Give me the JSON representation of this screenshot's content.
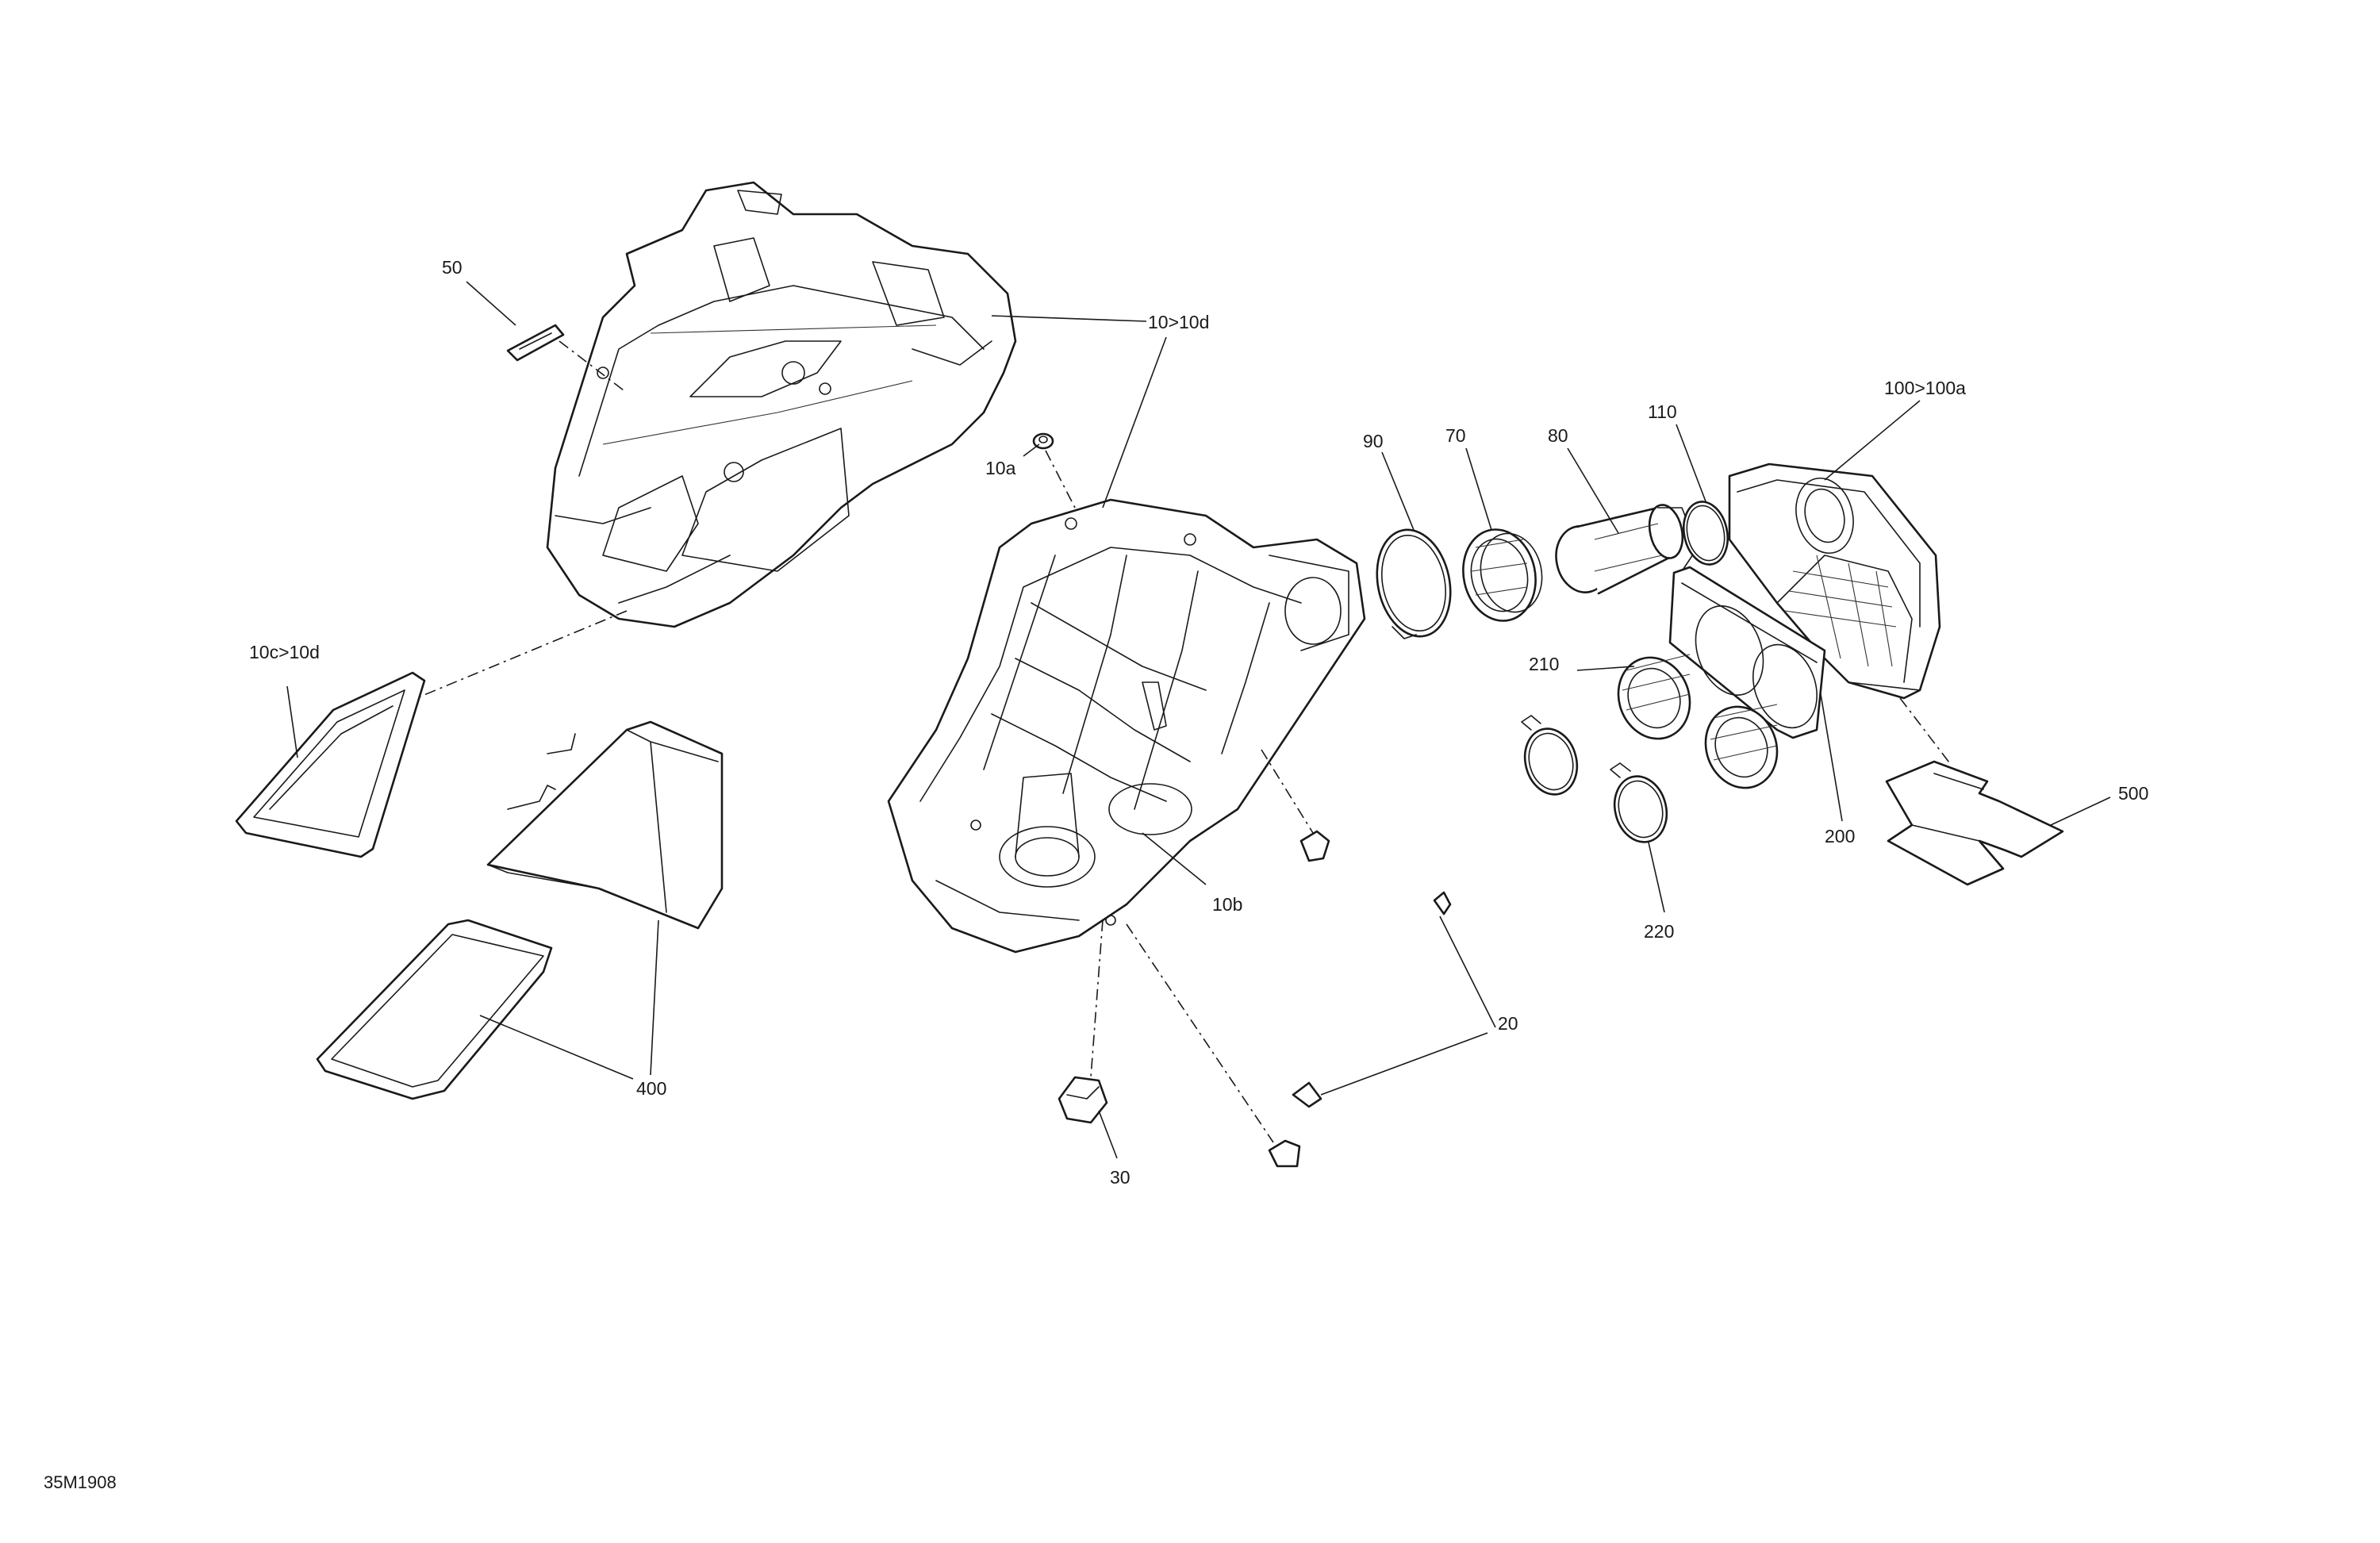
{
  "diagram": {
    "document_reference": "35M1908",
    "callouts": {
      "c50": "50",
      "c10_10d": "10>10d",
      "c10a": "10a",
      "c10c_10d": "10c>10d",
      "c10b": "10b",
      "c400": "400",
      "c30": "30",
      "c20": "20",
      "c90": "90",
      "c70": "70",
      "c80": "80",
      "c110": "110",
      "c100_100a": "100>100a",
      "c210": "210",
      "c200": "200",
      "c220": "220",
      "c500": "500"
    }
  }
}
